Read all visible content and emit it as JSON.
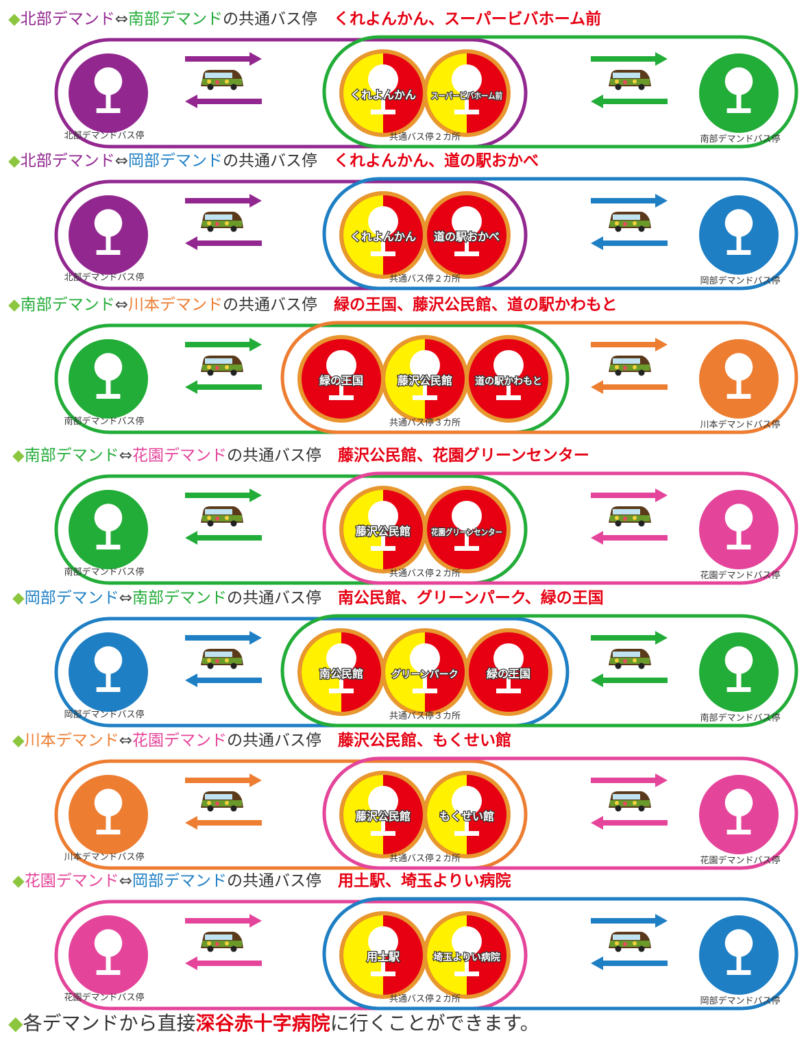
{
  "colors": {
    "north": "#92278f",
    "south": "#22ac38",
    "okabe": "#1e7fc4",
    "kawamoto": "#ed7d31",
    "hanazono": "#e4449a",
    "stop_red": "#e60012",
    "stop_yellow": "#fff100",
    "stop_rim": "#e8962e",
    "diamond": "#8cc63f"
  },
  "rows": [
    {
      "left": {
        "name": "北部デマンド",
        "color": "#92278f"
      },
      "right": {
        "name": "南部デマンド",
        "color": "#22ac38"
      },
      "suffix": "の共通バス停",
      "stops_text": "くれよんかん、スーパービバホーム前",
      "left_label": "北部デマンドバス停",
      "center_label": "共通バス停２カ所",
      "right_label": "南部デマンドバス停",
      "stops": [
        {
          "label": "くれよんかん",
          "style": "split"
        },
        {
          "label": "スーパービバホーム前",
          "style": "split"
        }
      ]
    },
    {
      "left": {
        "name": "北部デマンド",
        "color": "#92278f"
      },
      "right": {
        "name": "岡部デマンド",
        "color": "#1e7fc4"
      },
      "suffix": "の共通バス停",
      "stops_text": "くれよんかん、道の駅おかべ",
      "left_label": "北部デマンドバス停",
      "center_label": "共通バス停２カ所",
      "right_label": "岡部デマンドバス停",
      "stops": [
        {
          "label": "くれよんかん",
          "style": "split"
        },
        {
          "label": "道の駅おかべ",
          "style": "red"
        }
      ]
    },
    {
      "left": {
        "name": "南部デマンド",
        "color": "#22ac38"
      },
      "right": {
        "name": "川本デマンド",
        "color": "#ed7d31"
      },
      "suffix": "の共通バス停",
      "stops_text": "緑の王国、藤沢公民館、道の駅かわもと",
      "left_label": "南部デマンドバス停",
      "center_label": "共通バス停３カ所",
      "right_label": "川本デマンドバス停",
      "stops": [
        {
          "label": "緑の王国",
          "style": "red"
        },
        {
          "label": "藤沢公民館",
          "style": "split"
        },
        {
          "label": "道の駅かわもと",
          "style": "red"
        }
      ]
    },
    {
      "left": {
        "name": "南部デマンド",
        "color": "#22ac38"
      },
      "right": {
        "name": "花園デマンド",
        "color": "#e4449a"
      },
      "suffix": "の共通バス停",
      "stops_text": "藤沢公民館、花園グリーンセンター",
      "left_label": "南部デマンドバス停",
      "center_label": "共通バス停２カ所",
      "right_label": "花園デマンドバス停",
      "stops": [
        {
          "label": "藤沢公民館",
          "style": "split"
        },
        {
          "label": "花園グリーンセンター",
          "style": "red"
        }
      ]
    },
    {
      "left": {
        "name": "岡部デマンド",
        "color": "#1e7fc4"
      },
      "right": {
        "name": "南部デマンド",
        "color": "#22ac38"
      },
      "suffix": "の共通バス停",
      "stops_text": "南公民館、グリーンパーク、緑の王国",
      "left_label": "岡部デマンドバス停",
      "center_label": "共通バス停３カ所",
      "right_label": "南部デマンドバス停",
      "stops": [
        {
          "label": "南公民館",
          "style": "split"
        },
        {
          "label": "グリーンパーク",
          "style": "split"
        },
        {
          "label": "緑の王国",
          "style": "red"
        }
      ]
    },
    {
      "left": {
        "name": "川本デマンド",
        "color": "#ed7d31"
      },
      "right": {
        "name": "花園デマンド",
        "color": "#e4449a"
      },
      "suffix": "の共通バス停",
      "stops_text": "藤沢公民館、もくせい館",
      "left_label": "川本デマンドバス停",
      "center_label": "共通バス停２カ所",
      "right_label": "花園デマンドバス停",
      "stops": [
        {
          "label": "藤沢公民館",
          "style": "split"
        },
        {
          "label": "もくせい館",
          "style": "split"
        }
      ]
    },
    {
      "left": {
        "name": "花園デマンド",
        "color": "#e4449a"
      },
      "right": {
        "name": "岡部デマンド",
        "color": "#1e7fc4"
      },
      "suffix": "の共通バス停",
      "stops_text": "用土駅、埼玉よりい病院",
      "left_label": "花園デマンドバス停",
      "center_label": "共通バス停２カ所",
      "right_label": "岡部デマンドバス停",
      "stops": [
        {
          "label": "用土駅",
          "style": "split"
        },
        {
          "label": "埼玉よりい病院",
          "style": "split"
        }
      ]
    }
  ],
  "footer": {
    "prefix": "各デマンドから直接",
    "hospital": "深谷赤十字病院",
    "suffix": "に行くことができます。"
  }
}
